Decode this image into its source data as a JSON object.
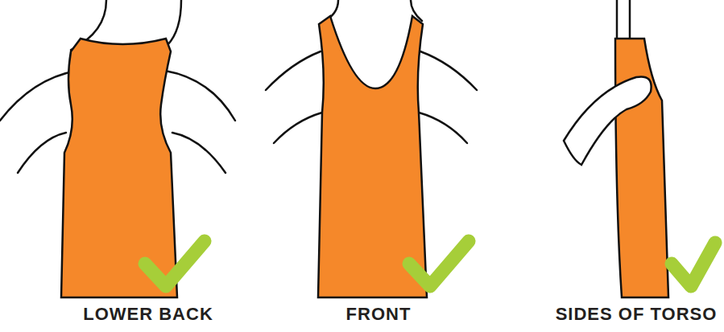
{
  "diagram": {
    "labels": [
      "LOWER BACK",
      "FRONT",
      "SIDES OF TORSO"
    ]
  }
}
